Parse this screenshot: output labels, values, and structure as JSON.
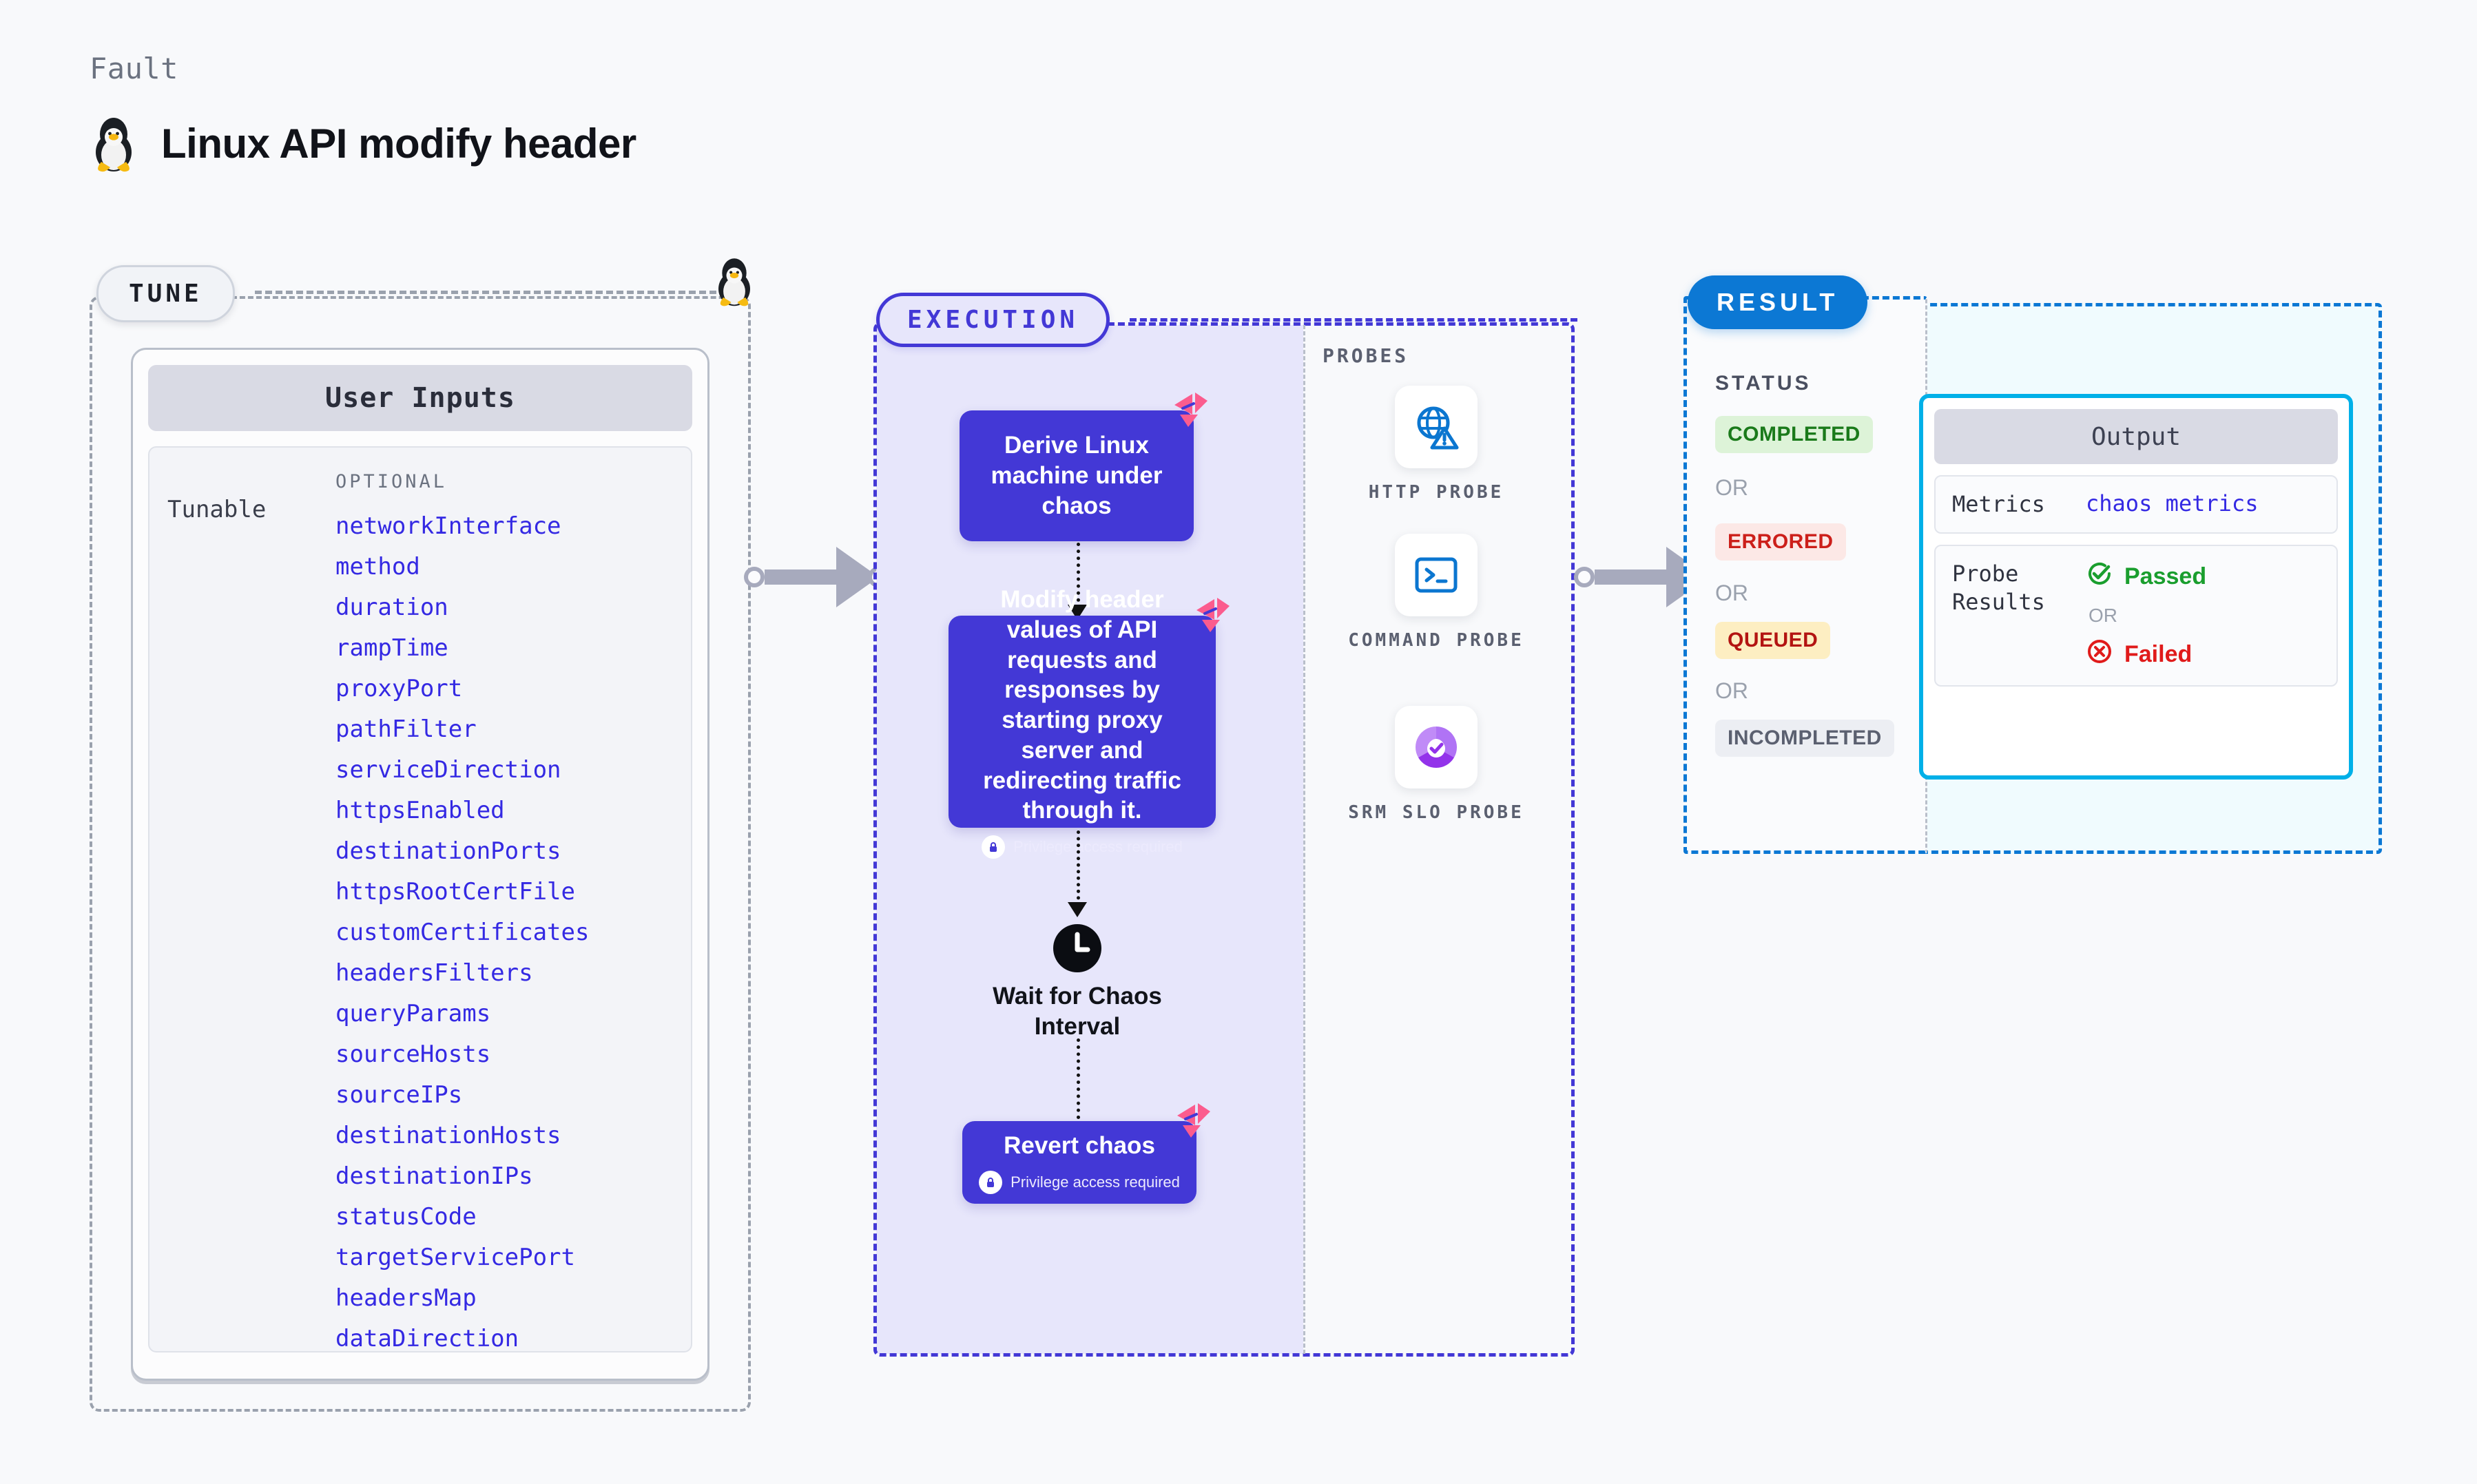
{
  "header": {
    "kicker": "Fault",
    "title": "Linux API modify header",
    "icon": "tux-penguin-icon"
  },
  "tune": {
    "badge": "TUNE",
    "card_title": "User Inputs",
    "group_label": "Tunable",
    "optional_label": "OPTIONAL",
    "params": [
      "networkInterface",
      "method",
      "duration",
      "rampTime",
      "proxyPort",
      "pathFilter",
      "serviceDirection",
      "httpsEnabled",
      "destinationPorts",
      "httpsRootCertFile",
      "customCertificates",
      "headersFilters",
      "queryParams",
      "sourceHosts",
      "sourceIPs",
      "destinationHosts",
      "destinationIPs",
      "statusCode",
      "targetServicePort",
      "headersMap",
      "dataDirection"
    ]
  },
  "execution": {
    "badge": "EXECUTION",
    "nodes": [
      {
        "text": "Derive Linux machine under chaos",
        "privilege": null
      },
      {
        "text": "Modify header values of API requests and responses by starting proxy server and redirecting traffic through it.",
        "privilege": "Privilege access required"
      },
      {
        "text": "Revert chaos",
        "privilege": "Privilege access required"
      }
    ],
    "wait_label": "Wait for Chaos Interval",
    "wait_icon": "clock-icon"
  },
  "probes": {
    "title": "PROBES",
    "items": [
      {
        "label": "HTTP PROBE",
        "icon": "globe-warning-icon"
      },
      {
        "label": "COMMAND PROBE",
        "icon": "terminal-icon"
      },
      {
        "label": "SRM SLO PROBE",
        "icon": "slo-donut-icon"
      }
    ]
  },
  "result": {
    "badge": "RESULT",
    "status_label": "STATUS",
    "or_label": "OR",
    "statuses": [
      {
        "label": "COMPLETED",
        "bg": "#ddf3d8",
        "fg": "#1a7a1a"
      },
      {
        "label": "ERRORED",
        "bg": "#fce8e6",
        "fg": "#cc1f1a"
      },
      {
        "label": "QUEUED",
        "bg": "#fdeec2",
        "fg": "#b31412"
      },
      {
        "label": "INCOMPLETED",
        "bg": "#eceef3",
        "fg": "#5b6070"
      }
    ],
    "output": {
      "title": "Output",
      "metrics_key": "Metrics",
      "metrics_value": "chaos metrics",
      "probe_key": "Probe\nResults",
      "passed_label": "Passed",
      "failed_label": "Failed",
      "or_label": "OR",
      "passed_color": "#1a9e2e",
      "failed_color": "#e01b1b"
    }
  },
  "colors": {
    "node_purple": "#4338d6",
    "exec_bg": "#e7e6fb",
    "result_blue": "#0c78d4",
    "output_cyan": "#00b0e8",
    "param_blue": "#3429e3",
    "ribbon_pink": "#fb5c8e"
  }
}
